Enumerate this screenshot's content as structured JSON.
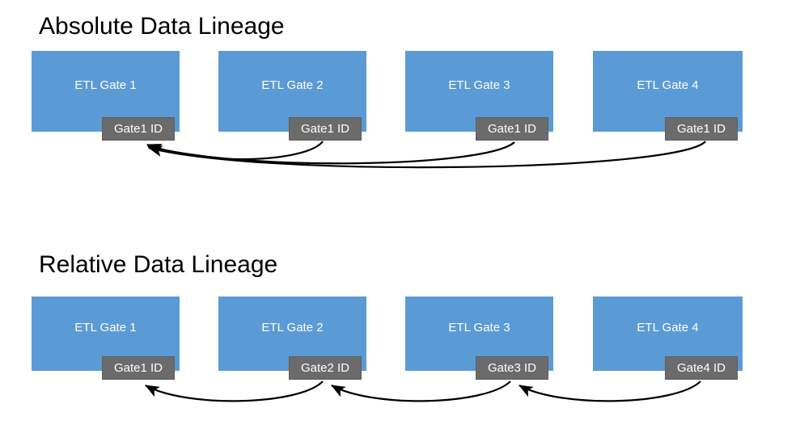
{
  "diagram": {
    "background_color": "#ffffff",
    "box_color": "#5B9BD5",
    "badge_color": "#6B6B6B",
    "arrow_color": "#000000",
    "text_color_on_box": "#ffffff",
    "title_color": "#000000"
  },
  "sections": [
    {
      "id": "absolute",
      "title": "Absolute Data Lineage",
      "nodes": [
        {
          "label": "ETL Gate 1",
          "badge": "Gate1 ID"
        },
        {
          "label": "ETL Gate 2",
          "badge": "Gate1 ID"
        },
        {
          "label": "ETL Gate 3",
          "badge": "Gate1 ID"
        },
        {
          "label": "ETL Gate 4",
          "badge": "Gate1 ID"
        }
      ],
      "edges": [
        {
          "from": "ETL Gate 2",
          "to": "ETL Gate 1"
        },
        {
          "from": "ETL Gate 3",
          "to": "ETL Gate 1"
        },
        {
          "from": "ETL Gate 4",
          "to": "ETL Gate 1"
        }
      ]
    },
    {
      "id": "relative",
      "title": "Relative Data Lineage",
      "nodes": [
        {
          "label": "ETL Gate 1",
          "badge": "Gate1 ID"
        },
        {
          "label": "ETL Gate 2",
          "badge": "Gate2 ID"
        },
        {
          "label": "ETL Gate 3",
          "badge": "Gate3 ID"
        },
        {
          "label": "ETL Gate 4",
          "badge": "Gate4 ID"
        }
      ],
      "edges": [
        {
          "from": "ETL Gate 2",
          "to": "ETL Gate 1"
        },
        {
          "from": "ETL Gate 3",
          "to": "ETL Gate 2"
        },
        {
          "from": "ETL Gate 4",
          "to": "ETL Gate 3"
        }
      ]
    }
  ]
}
